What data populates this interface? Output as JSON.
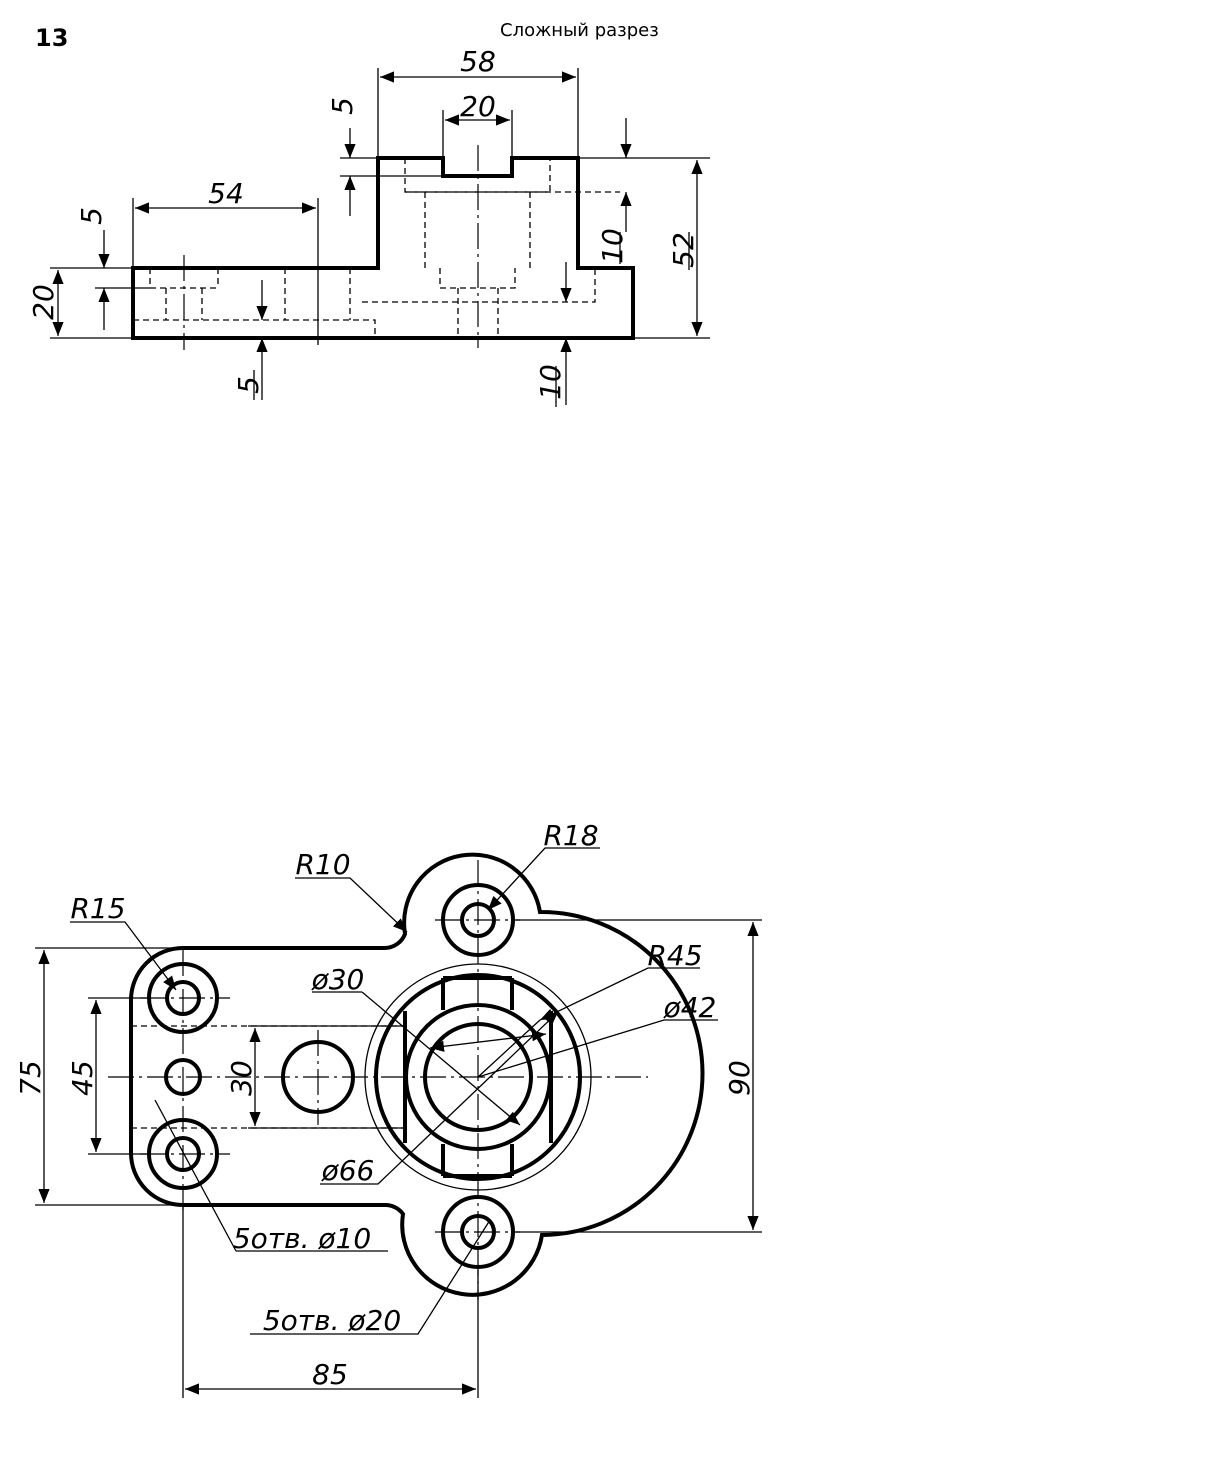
{
  "header": {
    "task_number": "13",
    "title": "Сложный разрез"
  },
  "front_view": {
    "dimensions": {
      "top_width": "58",
      "slot_width": "20",
      "slot_depth": "5",
      "left_length": "54",
      "step_height": "5",
      "base_height": "20",
      "bottom_recess": "5",
      "bottom_recess_right": "10",
      "top_recess": "10",
      "total_height": "52"
    }
  },
  "plan_view": {
    "dimensions": {
      "r10": "R10",
      "r18": "R18",
      "r15": "R15",
      "r45": "R45",
      "d30": "ø30",
      "d42": "ø42",
      "d66": "ø66",
      "h75": "75",
      "h45": "45",
      "h30": "30",
      "h90": "90",
      "w85": "85",
      "holes_small": "5отв. ø10",
      "holes_large": "5отв. ø20"
    }
  }
}
